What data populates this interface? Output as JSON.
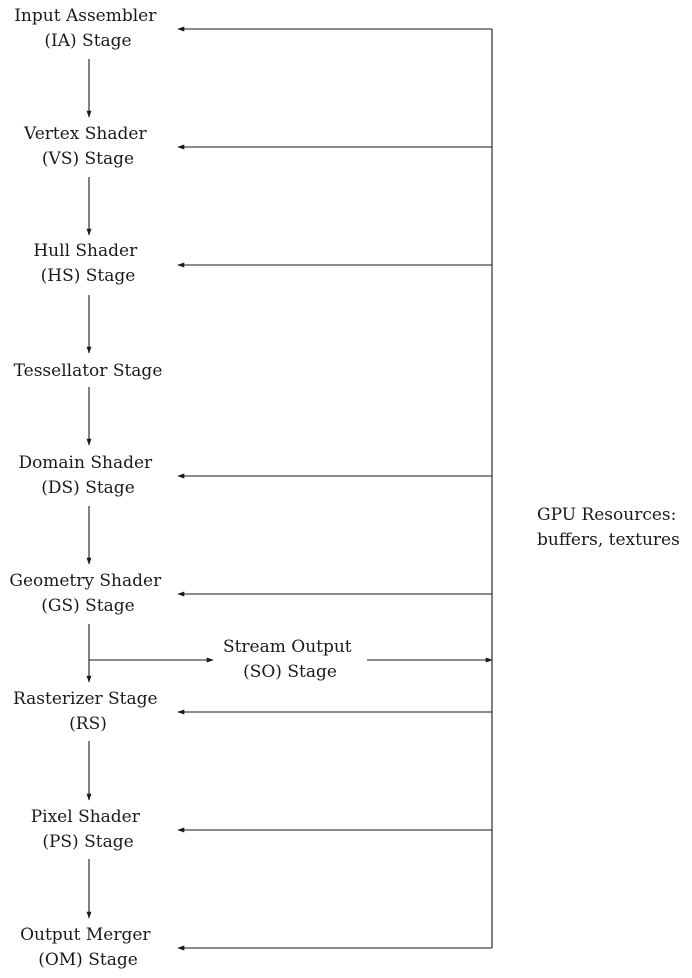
{
  "stages": [
    {
      "id": "ia",
      "lines": [
        "Input Assembler",
        "(IA) Stage"
      ],
      "reads_resources": true
    },
    {
      "id": "vs",
      "lines": [
        "Vertex Shader",
        "(VS) Stage"
      ],
      "reads_resources": true
    },
    {
      "id": "hs",
      "lines": [
        "Hull Shader",
        "(HS) Stage"
      ],
      "reads_resources": true
    },
    {
      "id": "ts",
      "lines": [
        "Tessellator Stage"
      ],
      "reads_resources": false
    },
    {
      "id": "ds",
      "lines": [
        "Domain Shader",
        "(DS) Stage"
      ],
      "reads_resources": true
    },
    {
      "id": "gs",
      "lines": [
        "Geometry Shader",
        "(GS) Stage"
      ],
      "reads_resources": true
    },
    {
      "id": "rs",
      "lines": [
        "Rasterizer Stage",
        "(RS)"
      ],
      "reads_resources": true
    },
    {
      "id": "ps",
      "lines": [
        "Pixel Shader",
        "(PS) Stage"
      ],
      "reads_resources": true
    },
    {
      "id": "om",
      "lines": [
        "Output Merger",
        "(OM) Stage"
      ],
      "reads_resources": true
    }
  ],
  "stream_output": {
    "lines": [
      "Stream Output",
      "(SO) Stage"
    ]
  },
  "resources": {
    "lines": [
      "GPU Resources:",
      "buffers, textures"
    ]
  }
}
